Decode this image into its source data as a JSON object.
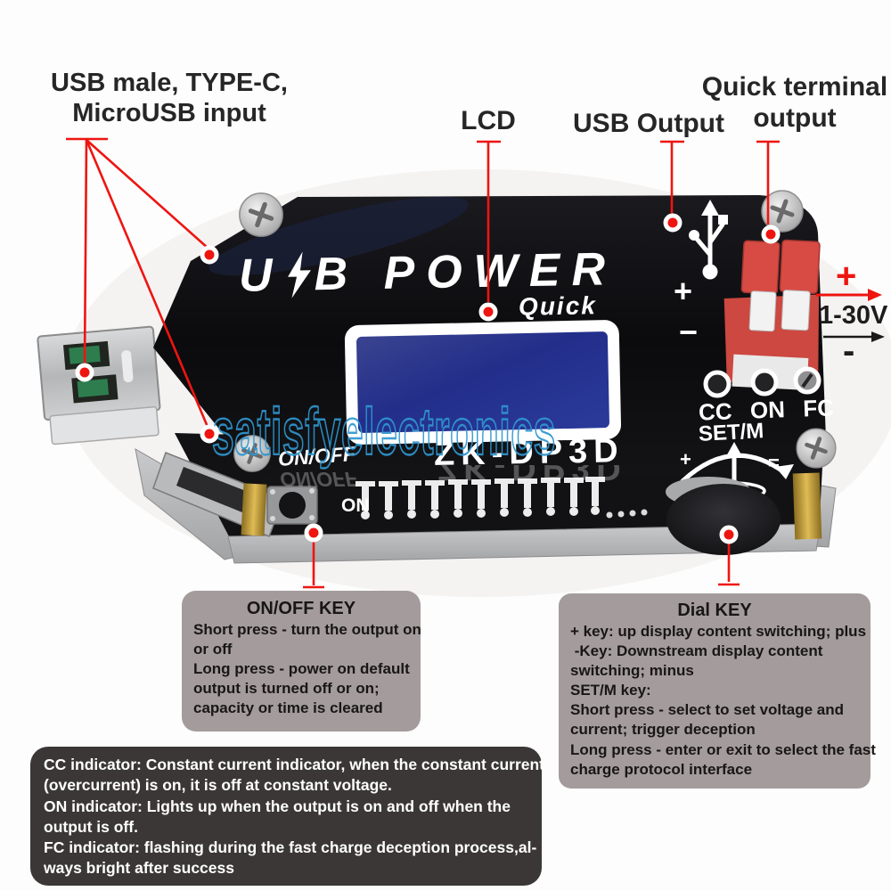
{
  "annotations": {
    "usb_input_line1": "USB male, TYPE-C,",
    "usb_input_line2": "MicroUSB input",
    "lcd": "LCD",
    "usb_output": "USB Output",
    "quick_terminal_line1": "Quick terminal",
    "quick_terminal_line2": "output",
    "output_plus": "+",
    "output_voltage": "1-30V",
    "output_minus": "-"
  },
  "device": {
    "brand_prefix": "U",
    "brand_suffix": "B POWER",
    "brand_sub": "Quick",
    "model": "ZK-DP3D",
    "indicator_cc": "CC",
    "indicator_on": "ON",
    "indicator_fc": "FC",
    "set_m": "SET/M",
    "on_off_label": "ON/OFF",
    "switch_on_label": "ON",
    "dial_plus": "+",
    "dial_equals": "=",
    "terminal_plus": "+",
    "terminal_minus": "−"
  },
  "watermark": "satisfyelectronics",
  "boxes": {
    "on_off_key": {
      "title": "ON/OFF KEY",
      "lines": [
        "Short press - turn the output on",
        "or off",
        "Long press - power on default",
        "output is turned off or on;",
        "capacity or time is cleared"
      ]
    },
    "dial_key": {
      "title": "Dial KEY",
      "lines": [
        "+ key: up display content switching; plus",
        " -Key: Downstream display content",
        "switching; minus",
        "SET/M key:",
        "Short press - select to set voltage and",
        "current; trigger deception",
        "Long press - enter or exit to select the fast",
        "charge protocol interface"
      ]
    },
    "indicators": {
      "lines": [
        "CC indicator: Constant current indicator, when the constant current",
        "(overcurrent) is on, it is off at constant voltage.",
        "ON indicator: Lights up when the output is on and off when the",
        "output is off.",
        "FC indicator: flashing during the fast charge deception process,al-",
        "ways bright after success"
      ]
    }
  },
  "colors": {
    "callout_red": "#ee1511",
    "label_text": "#262626",
    "box_gray": "#a49c9c",
    "box_dark": "#3b3737",
    "watermark_blue": "#2f96d0",
    "lcd_blue": "#27328f",
    "terminal_red": "#d0453e",
    "device_black": "#0c0c0e"
  }
}
